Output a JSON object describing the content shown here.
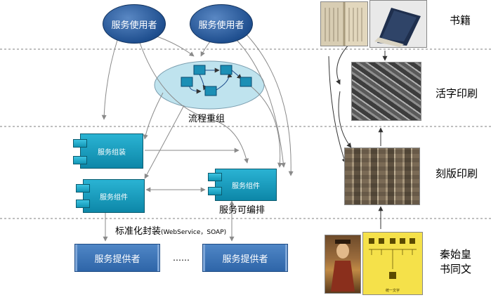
{
  "diagram": {
    "service_user_left": "服务使用者",
    "service_user_right": "服务使用者",
    "process_reorg": "流程重组",
    "service_assembly": "服务组装",
    "service_component_left": "服务组件",
    "service_component_right": "服务组件",
    "service_orchestration": "服务可编排",
    "standard_packaging": "标准化封装",
    "standard_packaging_detail": "(WebService，SOAP)",
    "service_provider_left": "服务提供者",
    "service_provider_right": "服务提供者",
    "ellipsis": "……"
  },
  "history": {
    "books": "书籍",
    "movable_type": "活字印刷",
    "block_printing": "刻版印刷",
    "qin_unification_line1": "秦始皇",
    "qin_unification_line2": "书同文",
    "caption_small": "统一文字"
  },
  "colors": {
    "user_blue": "#1f4f8f",
    "component_cyan": "#0d87a8",
    "ellipse_fill": "#bfe3ee",
    "provider_blue": "#2e65a8",
    "arrow_gray": "#8a8a8a"
  }
}
